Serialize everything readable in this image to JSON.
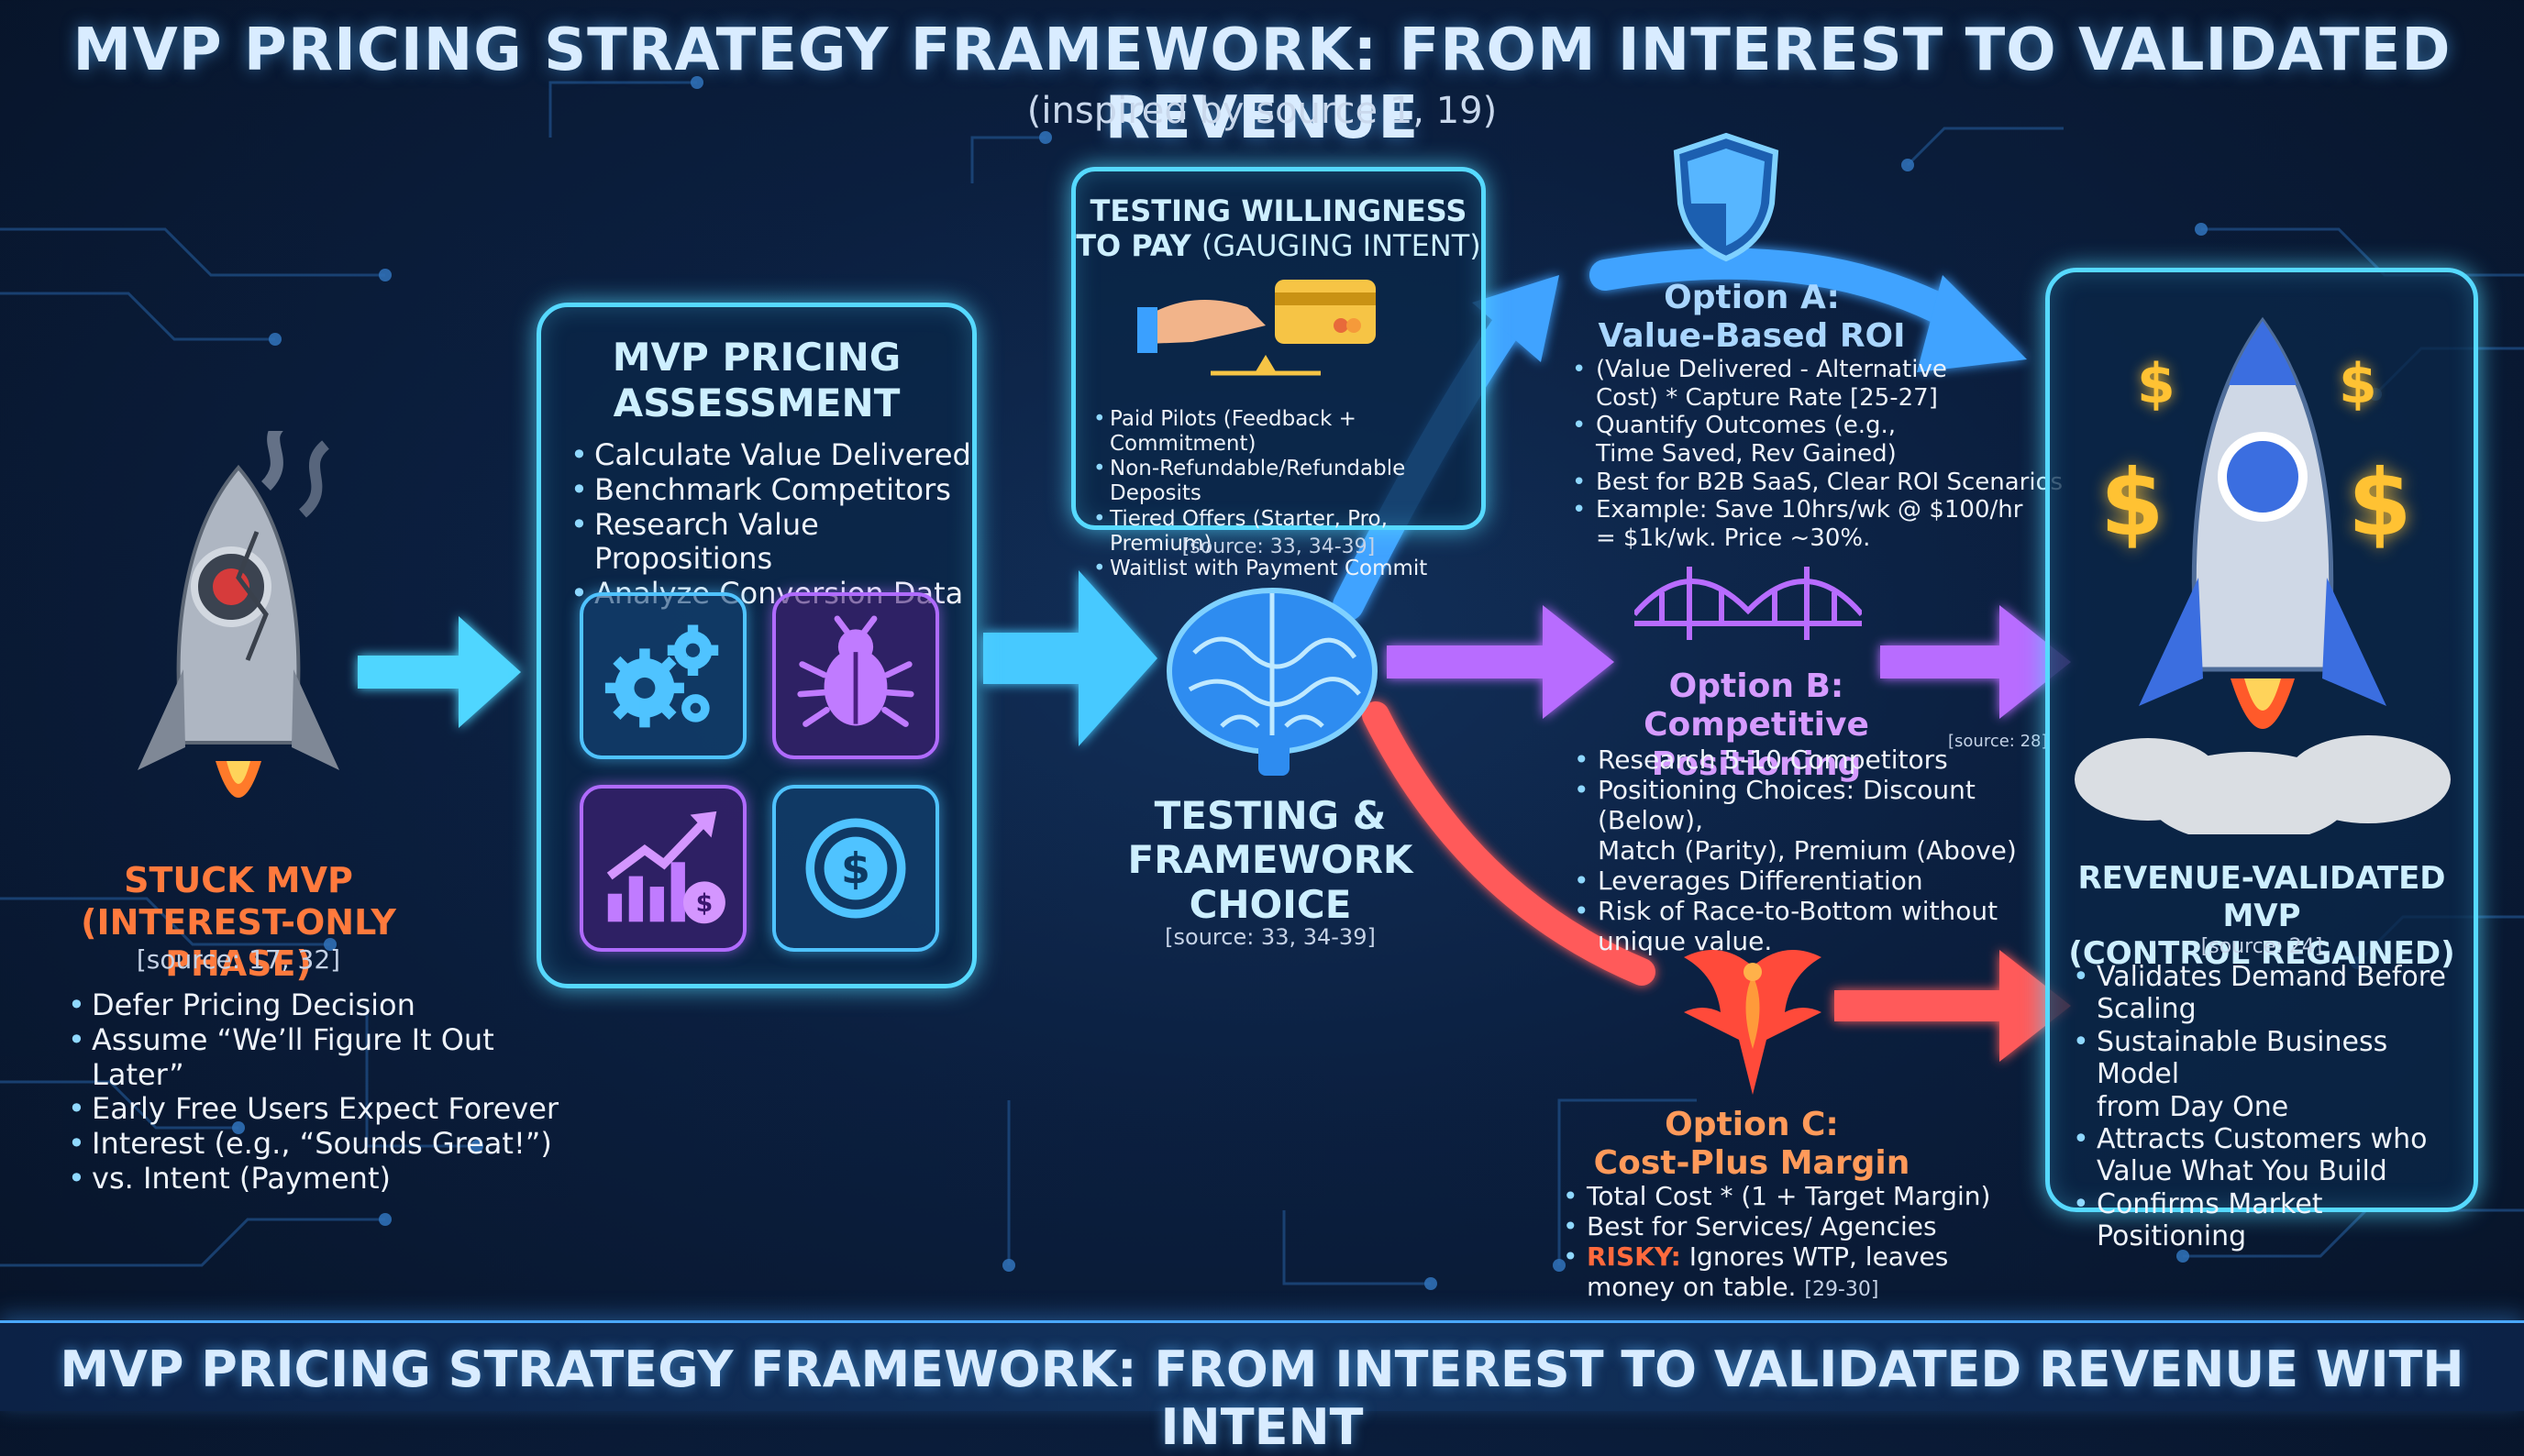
{
  "header": {
    "title": "MVP PRICING STRATEGY FRAMEWORK: FROM INTEREST TO VALIDATED REVENUE",
    "subtitle": "(inspired by source 1, 19)"
  },
  "stuck": {
    "title_line1": "STUCK MVP",
    "title_line2": "(INTEREST-ONLY PHASE)",
    "source": "[source: 17, 32]",
    "bullets": [
      "Defer Pricing Decision",
      "Assume “We’ll Figure It Out Later”",
      "Early Free Users Expect Forever",
      "Interest (e.g., “Sounds Great!”)",
      "vs. Intent (Payment)"
    ]
  },
  "assessment": {
    "title_line1": "MVP PRICING",
    "title_line2": "ASSESSMENT",
    "bullets": [
      "Calculate Value Delivered",
      "Benchmark Competitors",
      "Research Value Propositions",
      "Analyze Conversion Data"
    ]
  },
  "wtp": {
    "title_line1": "TESTING WILLINGNESS",
    "title_line2a": "TO PAY",
    "title_line2b": "(GAUGING INTENT)",
    "bullets": [
      "Paid Pilots (Feedback + Commitment)",
      "Non-Refundable/Refundable Deposits",
      "Tiered Offers (Starter, Pro, Premium)",
      "Waitlist with Payment Commit"
    ],
    "source": "[source: 33, 34-39]"
  },
  "choice": {
    "line1": "TESTING &",
    "line2": "FRAMEWORK",
    "line3": "CHOICE",
    "source": "[source: 33, 34-39]"
  },
  "option_a": {
    "title_line1": "Option A:",
    "title_line2": "Value-Based ROI",
    "bullets": [
      [
        "(Value Delivered - Alternative",
        "Cost) * Capture Rate [25-27]"
      ],
      [
        "Quantify Outcomes (e.g.,",
        "Time Saved, Rev Gained)"
      ],
      [
        "Best for B2B SaaS, Clear ROI Scenarios"
      ],
      [
        "Example: Save 10hrs/wk @ $100/hr",
        "= $1k/wk. Price ~30%."
      ]
    ]
  },
  "option_b": {
    "title_line1": "Option B:",
    "title_line2": "Competitive Positioning",
    "source": "[source: 28]",
    "bullets": [
      [
        "Research 5-10 Competitors"
      ],
      [
        "Positioning Choices: Discount (Below),",
        "Match (Parity), Premium (Above)"
      ],
      [
        "Leverages Differentiation"
      ],
      [
        "Risk of Race-to-Bottom without",
        "unique value."
      ]
    ]
  },
  "option_c": {
    "title_line1": "Option C:",
    "title_line2": "Cost-Plus Margin",
    "bullets": [
      [
        "Total Cost * (1 + Target Margin)"
      ],
      [
        "Best for Services/ Agencies"
      ]
    ],
    "risky_label": "RISKY:",
    "risky_line1": "Ignores WTP, leaves",
    "risky_line2": "money on table.",
    "risky_source": "[29-30]"
  },
  "validated": {
    "title_line1": "REVENUE-VALIDATED MVP",
    "title_line2": "(CONTROL REGAINED)",
    "source": "[source: 24]",
    "bullets": [
      [
        "Validates Demand Before",
        "Scaling"
      ],
      [
        "Sustainable Business Model",
        "from Day One"
      ],
      [
        "Attracts Customers who",
        "Value What You Build"
      ],
      [
        "Confirms Market Positioning"
      ]
    ]
  },
  "icons": {
    "stuck": "broken-rocket-icon",
    "gears": "gears-icon",
    "bug": "bug-icon",
    "growth": "growth-chart-icon",
    "coin": "dollar-coin-icon",
    "payment": "hand-card-payment-icon",
    "brain": "brain-icon",
    "shield": "shield-icon",
    "bridge": "bridge-icon",
    "phoenix": "phoenix-icon",
    "success": "launching-rocket-icon",
    "dollar_glyph": "$"
  },
  "colors": {
    "cyan": "#56d9ff",
    "blue_arrow": "#3fa3ff",
    "purple_arrow": "#b86cff",
    "red_arrow": "#ff5a5a",
    "orange_title": "#ff7a3d",
    "risky": "#ff6a3d",
    "option_a": "#a9d6ff",
    "option_b": "#d59bff",
    "option_c": "#ff9a5a",
    "gold": "#ffc233"
  }
}
